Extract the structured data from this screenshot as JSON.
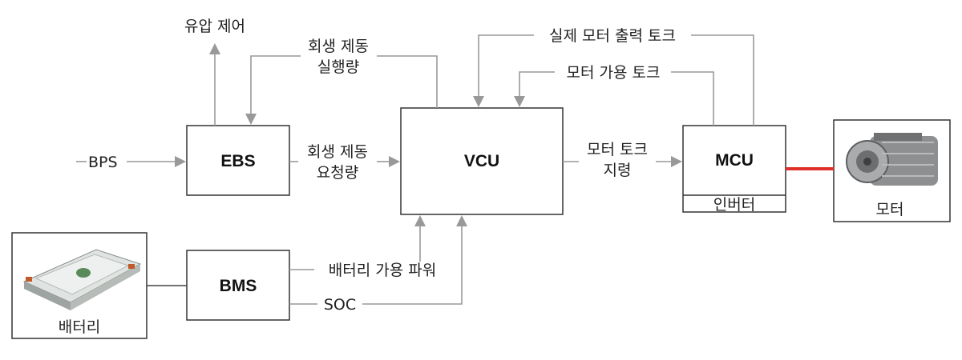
{
  "blocks": {
    "ebs": "EBS",
    "vcu": "VCU",
    "mcu": "MCU",
    "bms": "BMS",
    "inverter": "인버터",
    "motor": "모터",
    "battery": "배터리"
  },
  "signals": {
    "bps": "BPS",
    "hydraulic_control": "유압 제어",
    "regen_executed_line1": "회생 제동",
    "regen_executed_line2": "실행량",
    "regen_request_line1": "회생 제동",
    "regen_request_line2": "요청량",
    "actual_motor_torque": "실제 모터 출력 토크",
    "available_motor_torque": "모터 가용 토크",
    "motor_torque_cmd_line1": "모터 토크",
    "motor_torque_cmd_line2": "지령",
    "battery_available_power": "배터리 가용 파워",
    "soc": "SOC"
  },
  "colors": {
    "signal_line": "#999999",
    "motor_link": "#e0302a",
    "box_border": "#333333"
  }
}
